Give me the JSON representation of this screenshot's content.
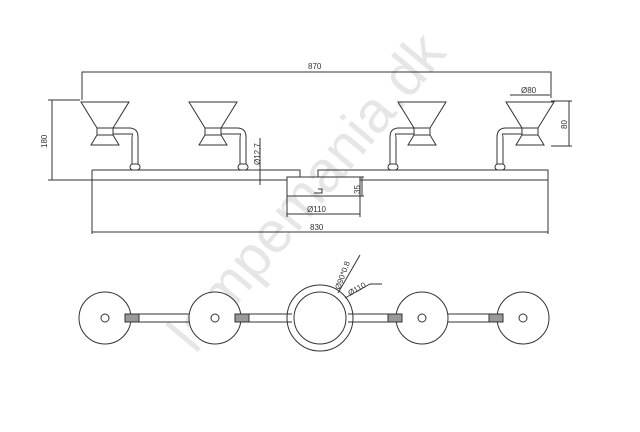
{
  "drawing": {
    "dims": {
      "total_width": "870",
      "height": "180",
      "head_height": "80",
      "head_diameter": "Ø80",
      "arm_diameter": "Ø12,7",
      "base_height": "35",
      "base_diameter": "Ø110",
      "bar_length": "830",
      "ring_diameter": "Ø90*0.8",
      "ring_outer_diameter": "Ø110"
    },
    "watermark": "lampemania.dk"
  }
}
